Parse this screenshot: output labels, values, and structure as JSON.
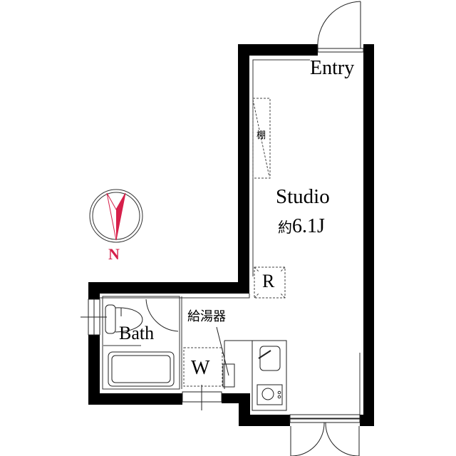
{
  "rooms": {
    "entry": {
      "label": "Entry"
    },
    "studio": {
      "label": "Studio",
      "area_prefix": "約",
      "area_value": "6.1J"
    },
    "shelf": {
      "label": "棚"
    },
    "bath": {
      "label": "Bath"
    },
    "water_heater": {
      "label": "給湯器"
    },
    "washer": {
      "label": "W"
    },
    "fridge": {
      "label": "R"
    }
  },
  "compass": {
    "label": "N",
    "color": "#d61f4a"
  },
  "colors": {
    "wall": "#000000",
    "line": "#222222",
    "background": "#ffffff"
  }
}
